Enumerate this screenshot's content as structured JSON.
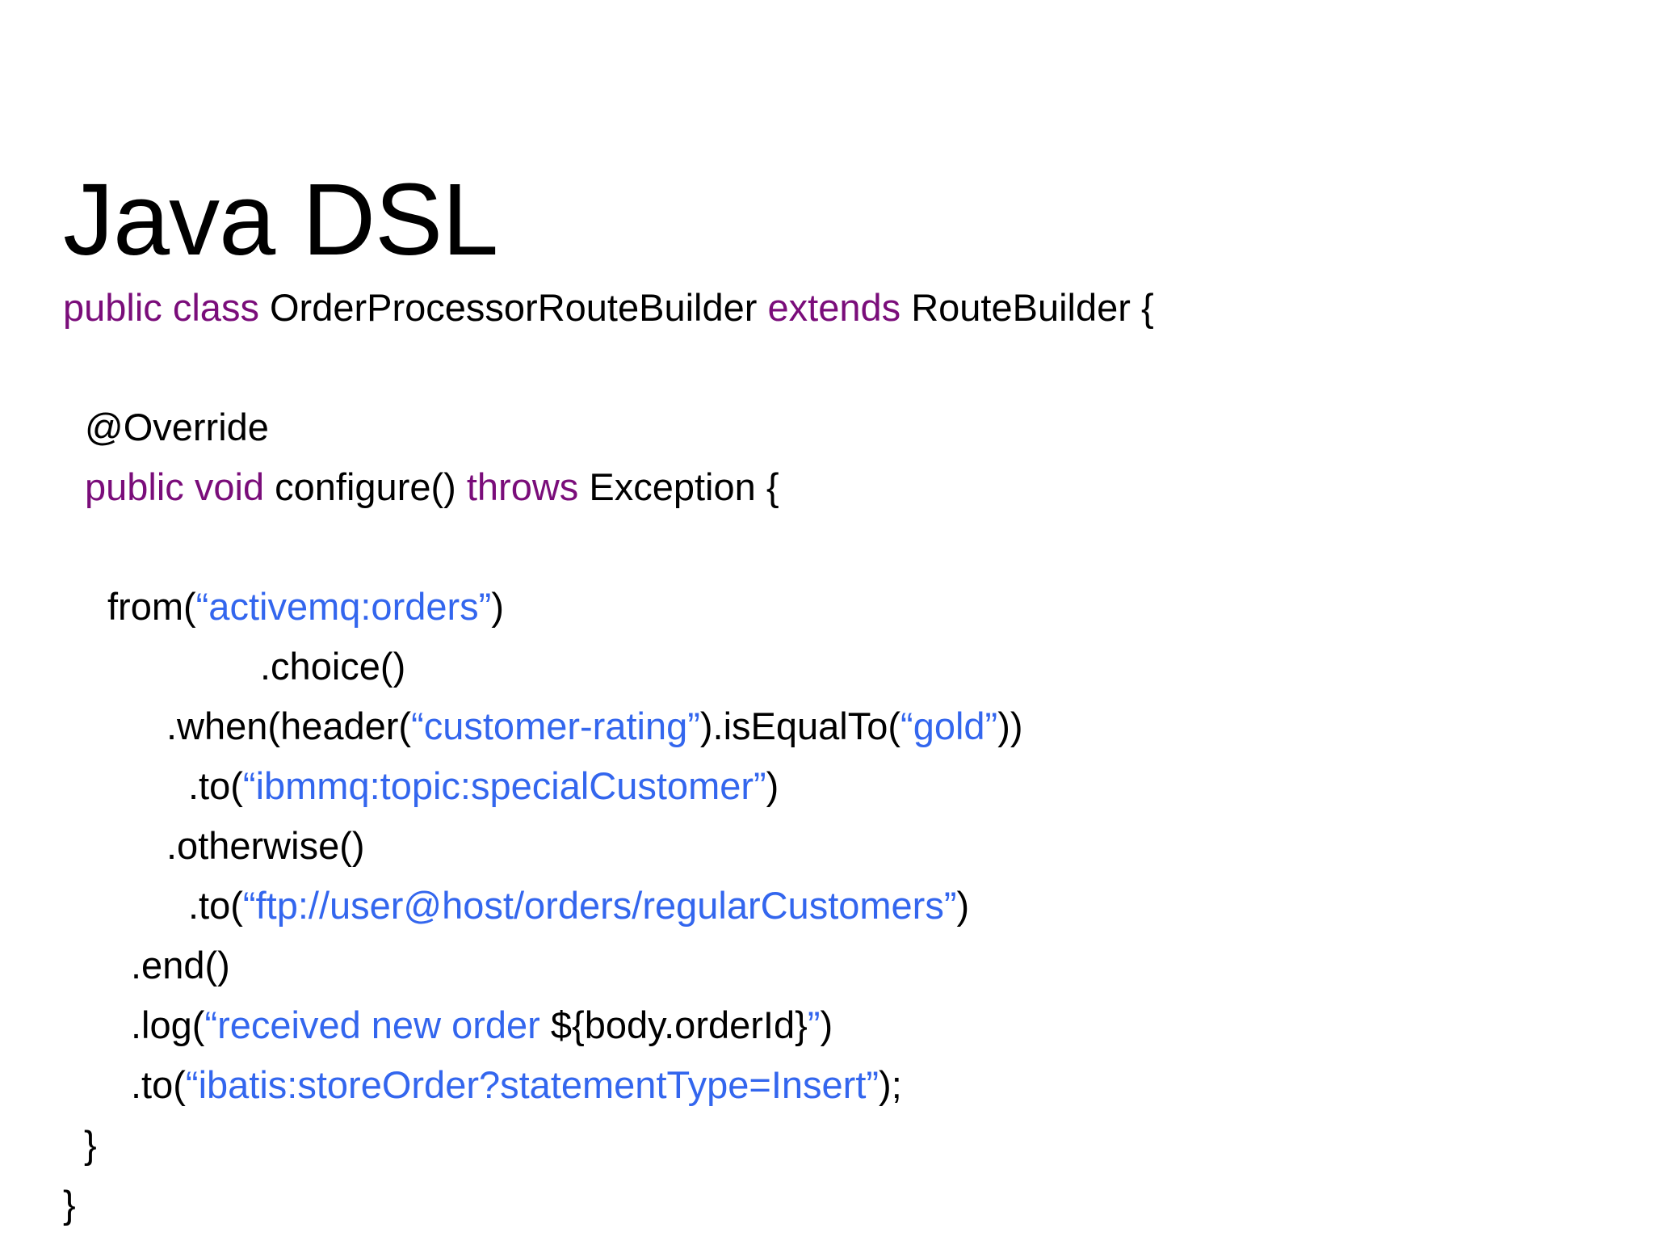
{
  "slide": {
    "title": "Java DSL",
    "background_color": "#FFFFFF"
  },
  "colors": {
    "plain": "#000000",
    "keyword": "#7A0D7A",
    "string": "#3366EE",
    "expression": "#A3A96A",
    "annotation": "#C9C9C9"
  },
  "code": {
    "language": "Java",
    "lines": [
      {
        "id": "class-declaration",
        "indent": "ind-cls",
        "tokens": [
          {
            "t": "public class ",
            "k": "keyword"
          },
          {
            "t": "OrderProcessorRouteBuilder ",
            "k": "plain"
          },
          {
            "t": "extends ",
            "k": "keyword"
          },
          {
            "t": "RouteBuilder {",
            "k": "plain"
          }
        ]
      },
      {
        "id": "blank-1",
        "indent": "ind-0",
        "tokens": []
      },
      {
        "id": "override-annotation",
        "indent": "ind-mth",
        "tokens": [
          {
            "t": "@Override",
            "k": "annotation"
          }
        ]
      },
      {
        "id": "configure-method",
        "indent": "ind-mth",
        "tokens": [
          {
            "t": "public void ",
            "k": "keyword"
          },
          {
            "t": "configure() ",
            "k": "plain"
          },
          {
            "t": "throws ",
            "k": "keyword"
          },
          {
            "t": "Exception {",
            "k": "plain"
          }
        ]
      },
      {
        "id": "blank-2",
        "indent": "ind-0",
        "tokens": []
      },
      {
        "id": "from-activemq",
        "indent": "ind-from",
        "tokens": [
          {
            "t": "from(",
            "k": "plain"
          },
          {
            "t": "“activemq:orders”",
            "k": "string"
          },
          {
            "t": ")",
            "k": "plain"
          }
        ]
      },
      {
        "id": "choice",
        "indent": "ind-choice",
        "tokens": [
          {
            "t": ".choice()",
            "k": "plain"
          }
        ]
      },
      {
        "id": "when-customer-rating",
        "indent": "ind-when",
        "tokens": [
          {
            "t": ".when(header(",
            "k": "plain"
          },
          {
            "t": "“customer-rating”",
            "k": "string"
          },
          {
            "t": ").isEqualTo(",
            "k": "plain"
          },
          {
            "t": "“gold”",
            "k": "string"
          },
          {
            "t": "))",
            "k": "plain"
          }
        ]
      },
      {
        "id": "to-ibmmq",
        "indent": "ind-to1",
        "tokens": [
          {
            "t": ".to(",
            "k": "plain"
          },
          {
            "t": "“ibmmq:topic:specialCustomer”",
            "k": "string"
          },
          {
            "t": ")",
            "k": "plain"
          }
        ]
      },
      {
        "id": "otherwise",
        "indent": "ind-other",
        "tokens": [
          {
            "t": ".otherwise()",
            "k": "plain"
          }
        ]
      },
      {
        "id": "to-ftp",
        "indent": "ind-to2",
        "tokens": [
          {
            "t": ".to(",
            "k": "plain"
          },
          {
            "t": "“ftp://user@host/orders/regularCustomers”",
            "k": "string"
          },
          {
            "t": ")",
            "k": "plain"
          }
        ]
      },
      {
        "id": "end",
        "indent": "ind-end",
        "tokens": [
          {
            "t": ".end()",
            "k": "plain"
          }
        ]
      },
      {
        "id": "log-received-order",
        "indent": "ind-end",
        "tokens": [
          {
            "t": ".log(",
            "k": "plain"
          },
          {
            "t": "“received new order ",
            "k": "string"
          },
          {
            "t": "${body.orderId}",
            "k": "expression"
          },
          {
            "t": "”",
            "k": "string"
          },
          {
            "t": ")",
            "k": "plain"
          }
        ]
      },
      {
        "id": "to-ibatis",
        "indent": "ind-end",
        "tokens": [
          {
            "t": ".to(",
            "k": "plain"
          },
          {
            "t": "“ibatis:storeOrder?statementType=Insert”",
            "k": "string"
          },
          {
            "t": ");",
            "k": "plain"
          }
        ]
      },
      {
        "id": "close-method-brace",
        "indent": "ind-brace1",
        "tokens": [
          {
            "t": "}",
            "k": "plain"
          }
        ]
      },
      {
        "id": "close-class-brace",
        "indent": "ind-brace2",
        "tokens": [
          {
            "t": "}",
            "k": "plain"
          }
        ]
      }
    ]
  }
}
